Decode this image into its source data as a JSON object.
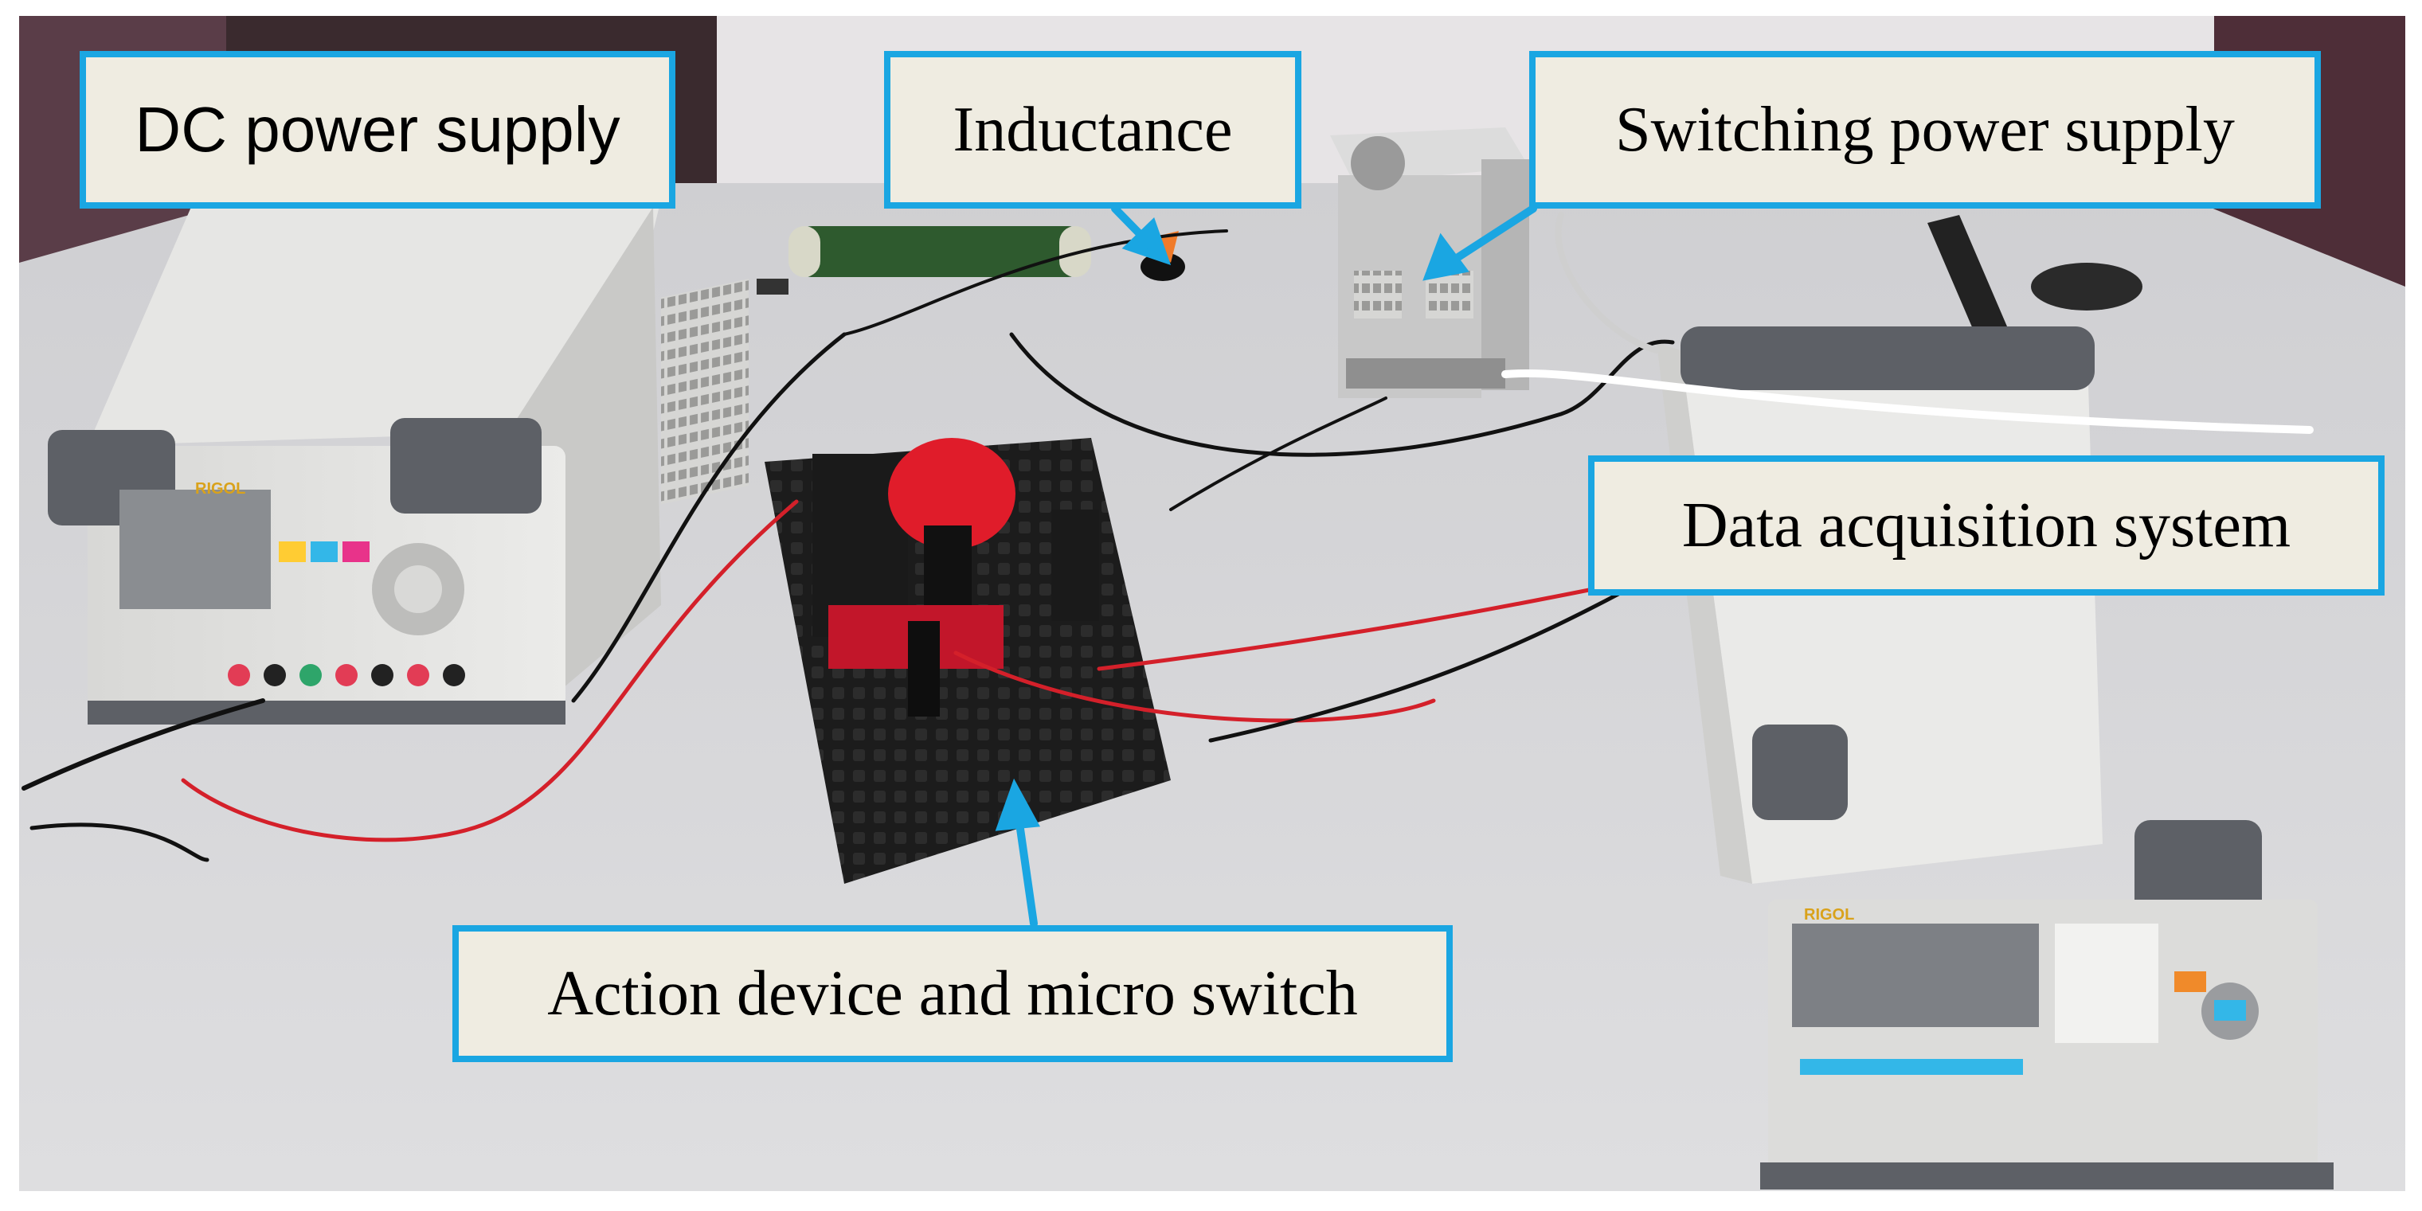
{
  "labels": {
    "dc_power_supply": "DC power supply",
    "inductance": "Inductance",
    "switching_power_supply": "Switching power supply",
    "data_acquisition_system": "Data acquisition system",
    "action_device": "Action device and micro switch"
  },
  "device_text": {
    "rigol_left": "RIGOL",
    "rigol_right": "RIGOL"
  },
  "colors": {
    "callout_border": "#1aa6e2",
    "callout_fill": "#efece1",
    "wall": "#3a2a2e",
    "table": "#d6d6d8",
    "instrument_body": "#e3e3e1",
    "bumper": "#5d6066",
    "lego_base": "#1e1e1e",
    "lego_red": "#e01c2a",
    "wire_red": "#d4202a",
    "wire_black": "#111111"
  }
}
